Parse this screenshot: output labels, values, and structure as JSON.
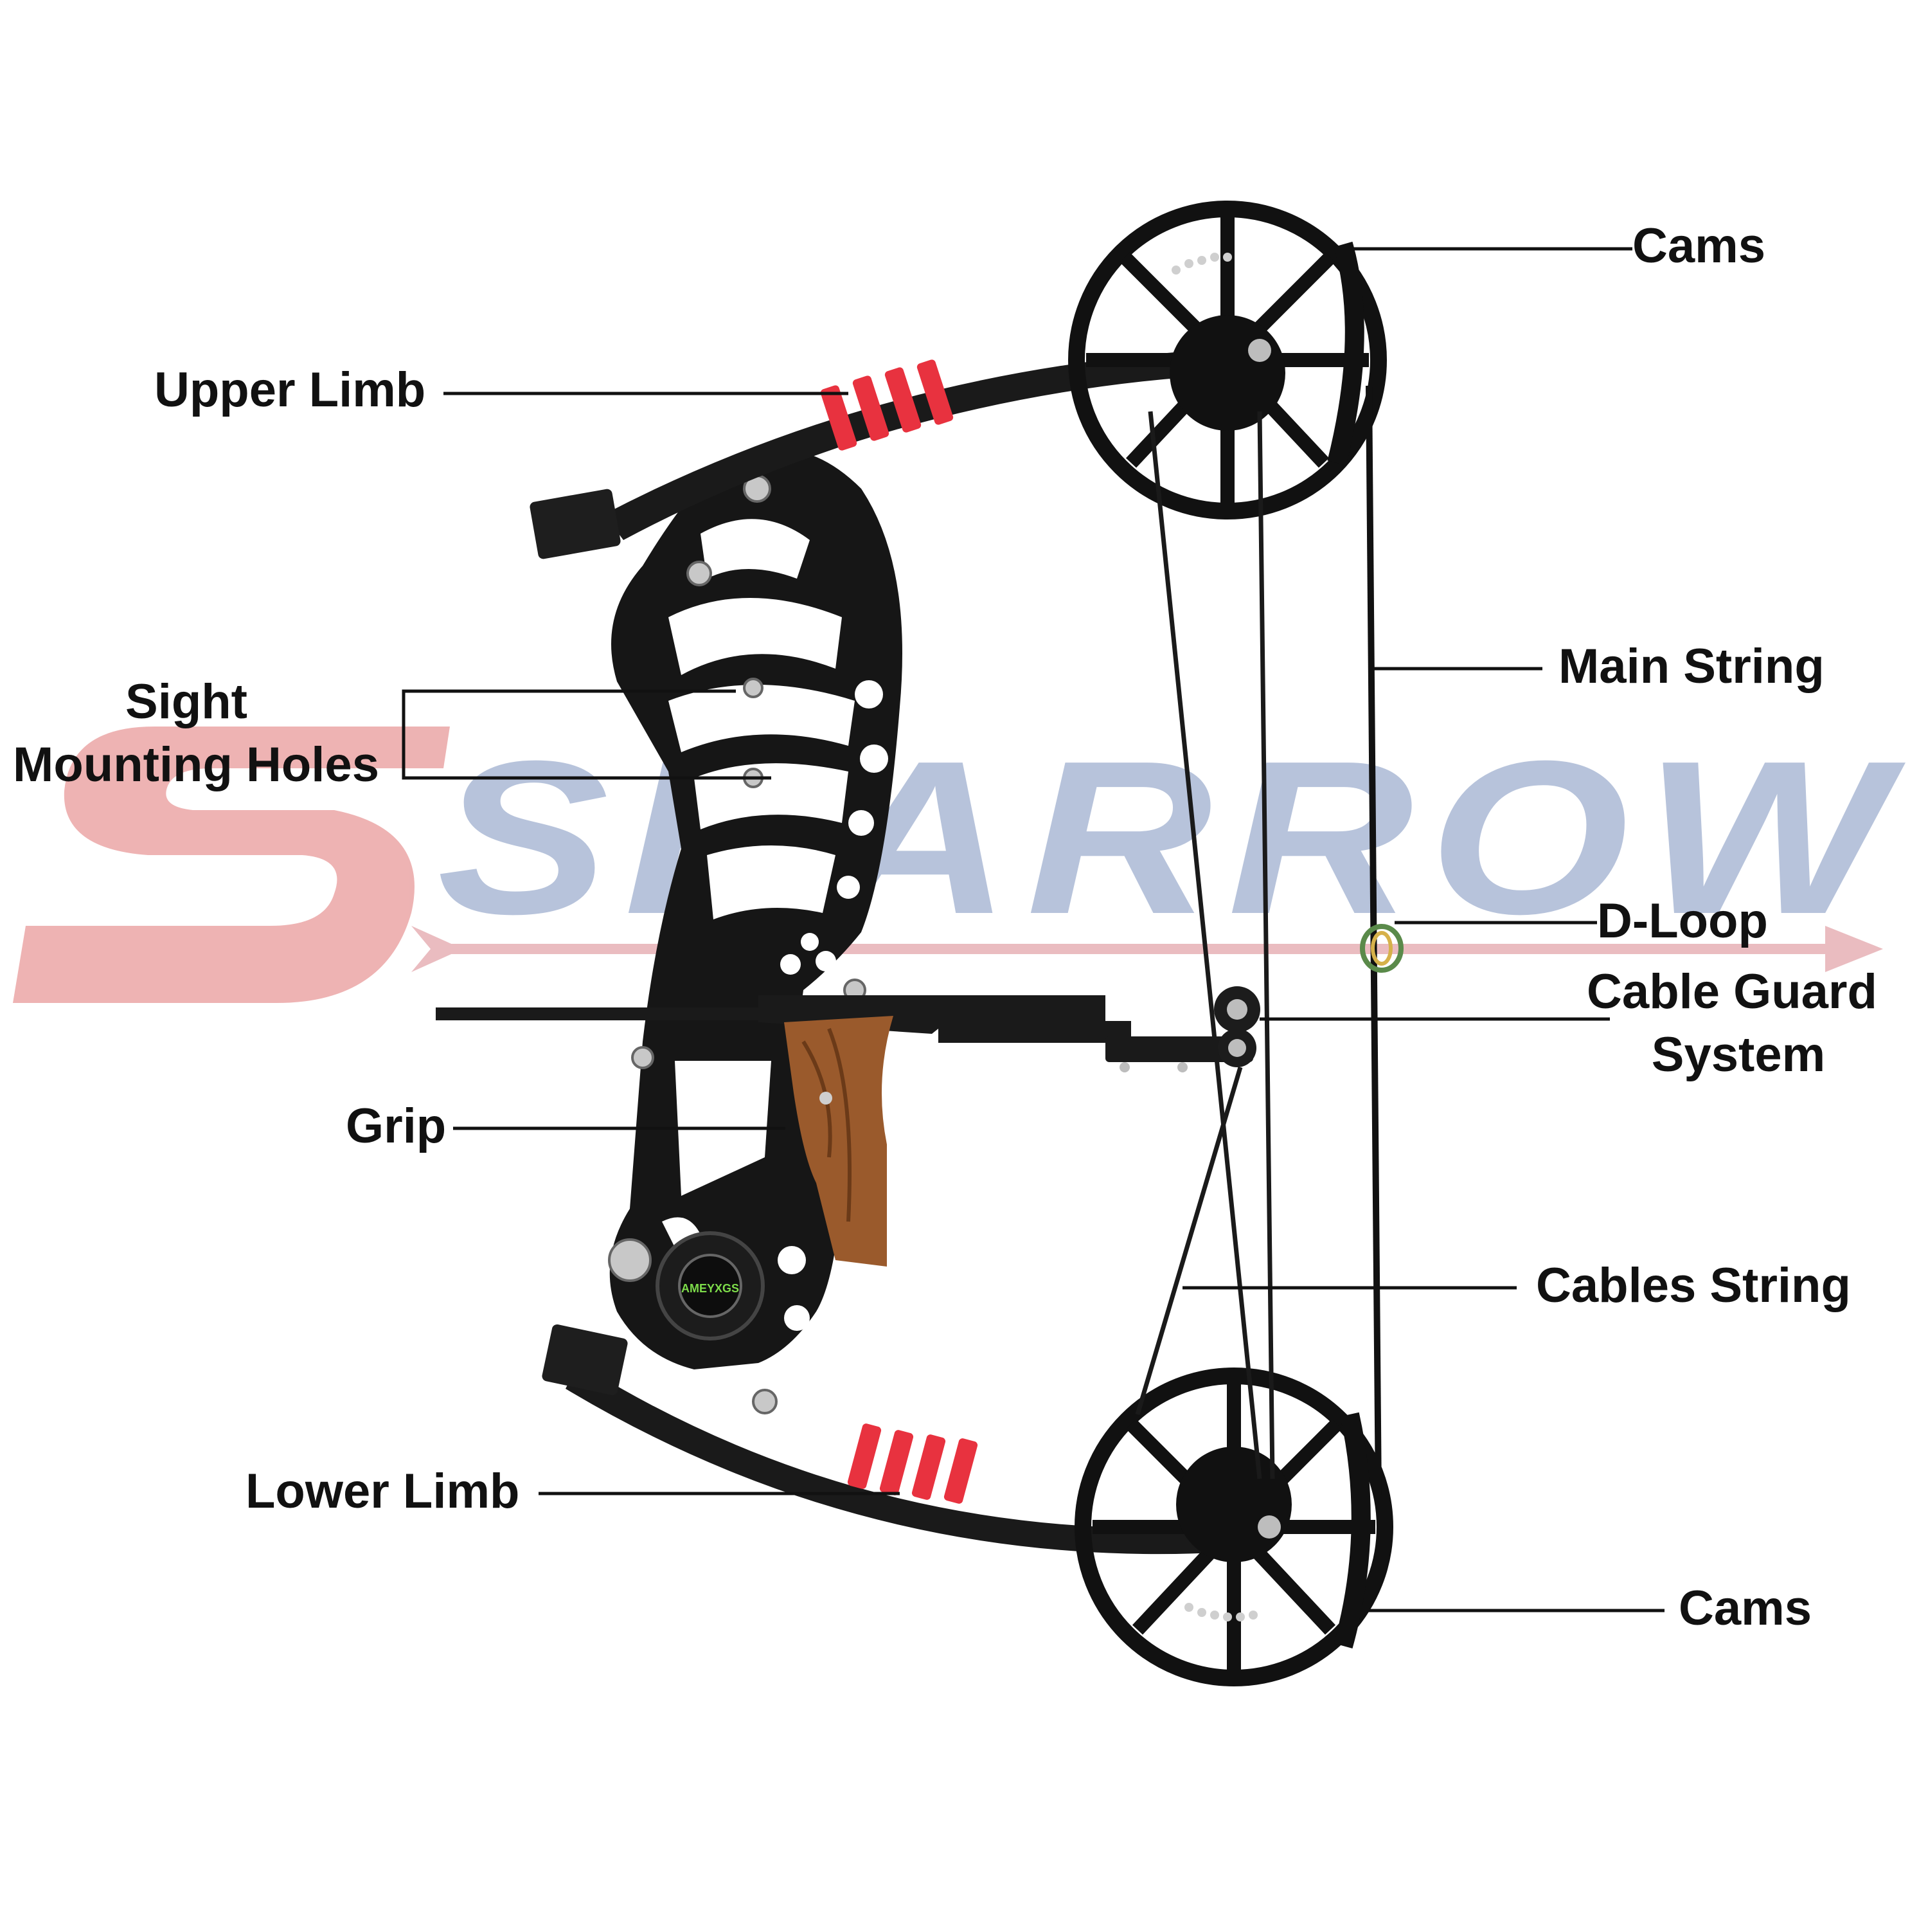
{
  "watermark": {
    "text": "SHARROW",
    "color_s": "#e89a9a",
    "color_rest": "#9fb0cf",
    "arrow_color": "#e3a6ab"
  },
  "bow": {
    "logo_text": "AMEYXGS",
    "riser_color": "#111111",
    "grip_color": "#9a5a2c",
    "damper_color": "#e8323f"
  },
  "labels": {
    "cams_top": "Cams",
    "upper_limb": "Upper Limb",
    "main_string": "Main String",
    "sight_line1": "Sight",
    "sight_line2": "Mounting Holes",
    "d_loop": "D-Loop",
    "cable_guard_line1": "Cable Guard",
    "cable_guard_line2": "System",
    "grip": "Grip",
    "cables_string": "Cables String",
    "lower_limb": "Lower Limb",
    "cams_bottom": "Cams"
  }
}
